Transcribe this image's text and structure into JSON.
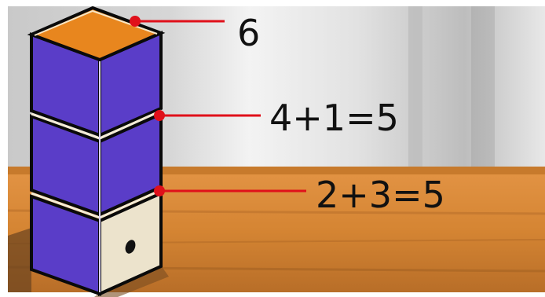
{
  "annotations": {
    "top_label": "6",
    "middle_label": "4+1=5",
    "bottom_label": "2+3=5"
  },
  "colors": {
    "cube_side": "#5a3dc8",
    "cube_top": "#e8861e",
    "plain_face": "#ece3cc",
    "table": "#d98a35",
    "wall": "#dedede",
    "marker": "#e0101a"
  },
  "die_visible_face_pips": 1
}
